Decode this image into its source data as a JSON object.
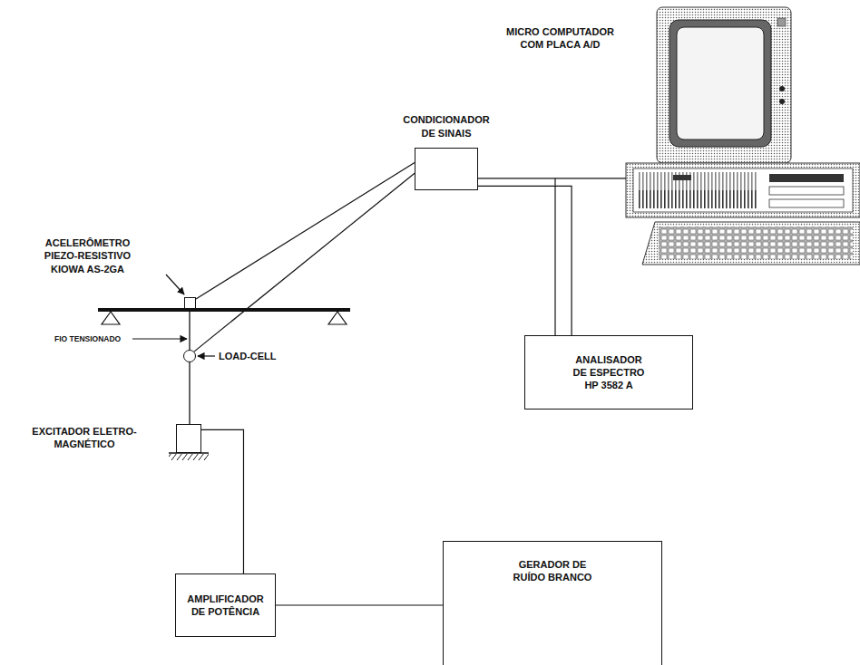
{
  "diagram": {
    "nodes": [
      {
        "text": [
          "MICRO COMPUTADOR COM PLACA A/D"
        ]
      },
      {
        "text": [
          "CONDICIONADOR DE SINAIS"
        ]
      },
      {
        "text": [
          "ACELERÔMETRO PIEZO-RESISTIVO KIOWA AS-2GA"
        ]
      },
      {
        "text": [
          "ANALISADOR DE ESPECTRO HP 3582 A"
        ]
      },
      {
        "text": [
          "LOAD-CELL"
        ]
      },
      {
        "text": [
          "EXCITADOR ELETRO-MAGNÉTICO"
        ]
      },
      {
        "text": [
          "GERADOR DE RUÍDO BRANCO"
        ]
      },
      {
        "text": [
          "AMPLIFICADOR DE POTÊNCIA"
        ]
      }
    ],
    "edges": [
      {
        "from": 2,
        "to": 1,
        "arrow": "none"
      },
      {
        "from": 4,
        "to": 1,
        "arrow": "none"
      },
      {
        "from": 1,
        "to": 0,
        "arrow": "none"
      },
      {
        "from": 1,
        "to": 3,
        "arrow": "none"
      },
      {
        "from": 5,
        "to": 7,
        "arrow": "none"
      },
      {
        "from": 7,
        "to": 6,
        "arrow": "none"
      }
    ],
    "labels": [
      "FIO TENSIONADO"
    ]
  }
}
